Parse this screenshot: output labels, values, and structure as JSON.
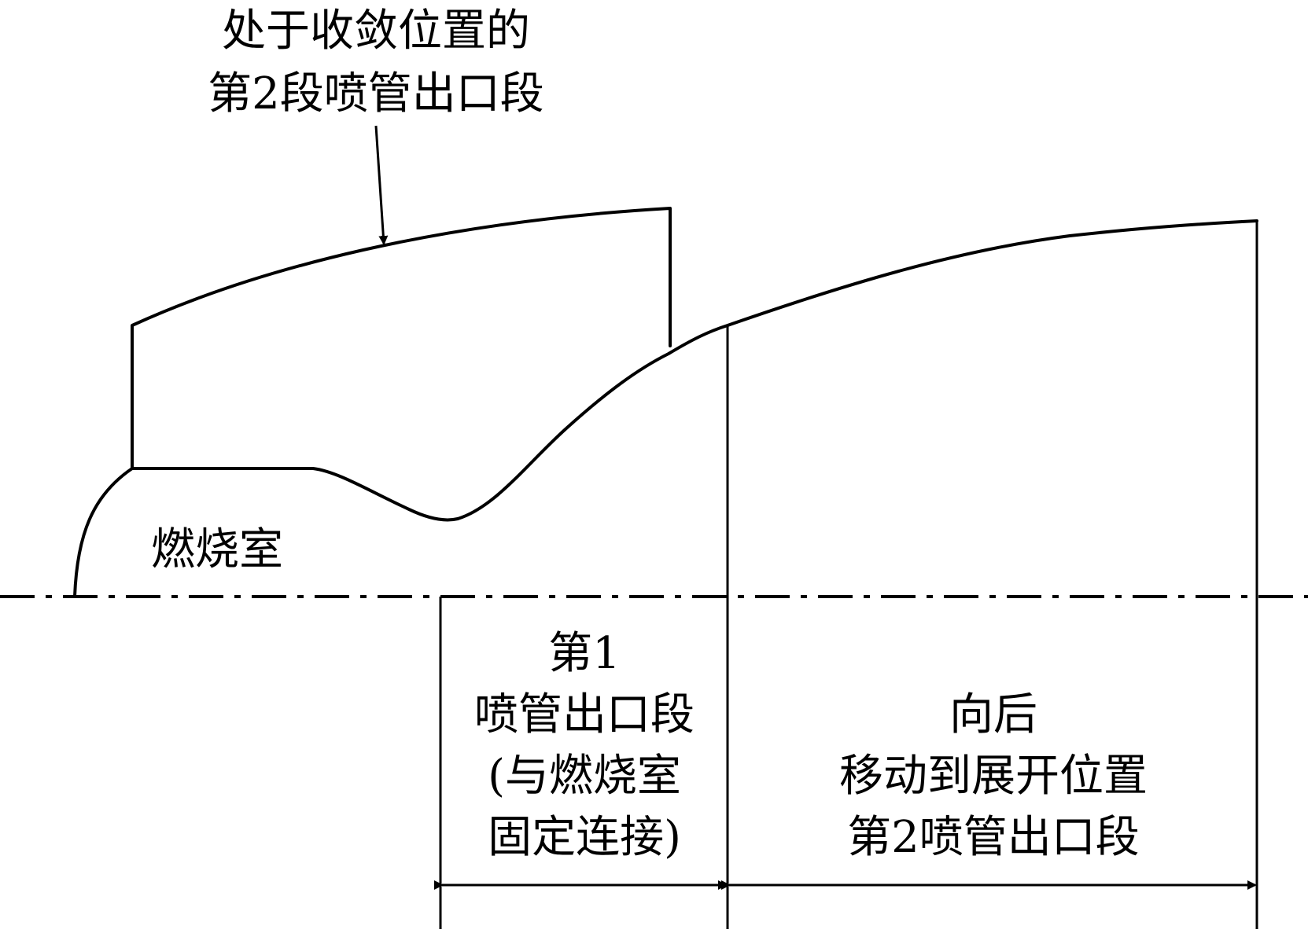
{
  "labels": {
    "top_callout": [
      "处于收敛位置的",
      "第2段喷管出口段"
    ],
    "combustor": "燃烧室",
    "section1": [
      "第1",
      "喷管出口段",
      "(与燃烧室",
      "固定连接)"
    ],
    "section2": [
      "向后",
      "移动到展开位置",
      "第2喷管出口段"
    ]
  },
  "colors": {
    "line": "#000000",
    "background": "#ffffff"
  }
}
